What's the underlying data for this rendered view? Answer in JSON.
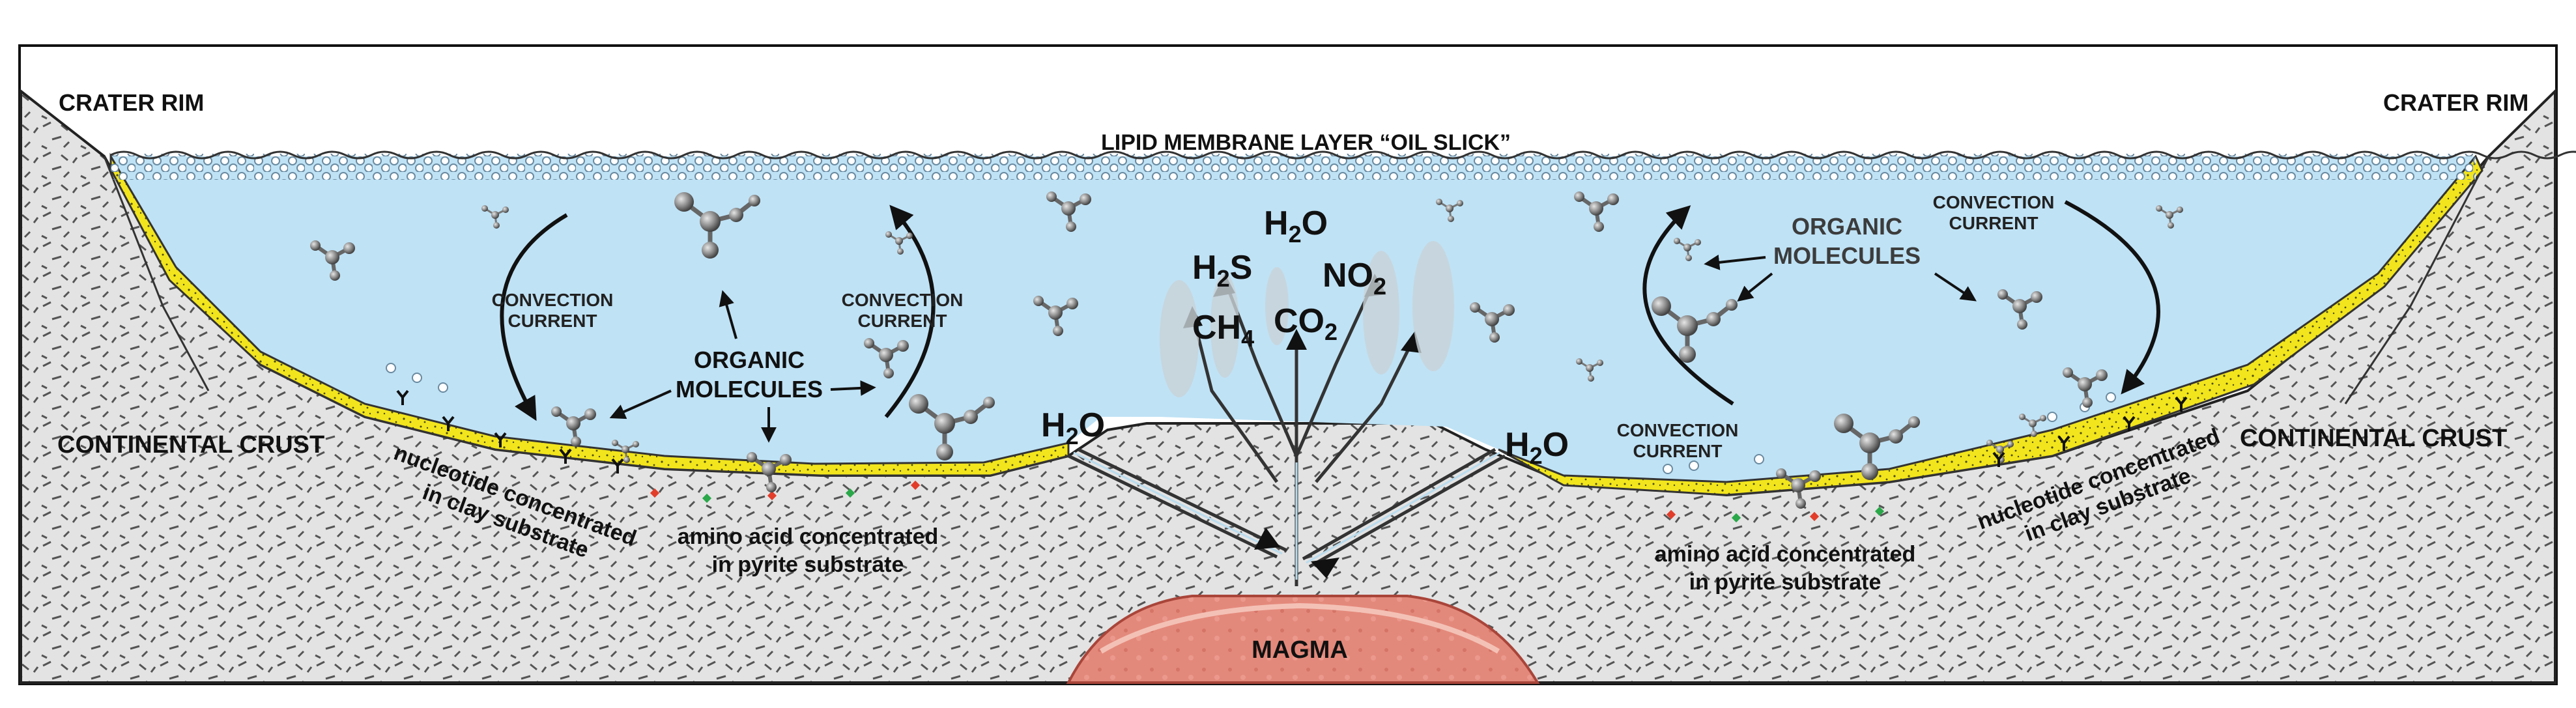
{
  "labels": {
    "crater_rim_left": "CRATER RIM",
    "crater_rim_right": "CRATER RIM",
    "lipid_layer": "LIPID MEMBRANE LAYER  “OIL SLICK”",
    "continental_crust_left": "CONTINENTAL CRUST",
    "continental_crust_right": "CONTINENTAL CRUST",
    "convection_left_1": [
      "CONVECTION",
      "CURRENT"
    ],
    "convection_left_2": [
      "CONVECTION",
      "CURRENT"
    ],
    "convection_right_1": [
      "CONVECTION",
      "CURRENT"
    ],
    "convection_right_2": [
      "CONVECTION",
      "CURRENT"
    ],
    "organic_left": [
      "ORGANIC",
      "MOLECULES"
    ],
    "organic_right": [
      "ORGANIC",
      "MOLECULES"
    ],
    "nucleotide_left": [
      "nucleotide concentrated",
      "in clay substrate"
    ],
    "nucleotide_right": [
      "nucleotide concentrated",
      "in clay substrate"
    ],
    "amino_left": [
      "amino acid concentrated",
      "in pyrite substrate"
    ],
    "amino_right": [
      "amino acid concentrated",
      "in pyrite substrate"
    ],
    "magma": "MAGMA"
  },
  "gases": {
    "h2o_top": {
      "base": "H",
      "sub": "2",
      "tail": "O"
    },
    "h2s": {
      "base": "H",
      "sub": "2",
      "tail": "S"
    },
    "no2": {
      "base": "NO",
      "sub": "2",
      "tail": ""
    },
    "ch4": {
      "base": "CH",
      "sub": "4",
      "tail": ""
    },
    "co2": {
      "base": "CO",
      "sub": "2",
      "tail": ""
    },
    "h2o_left": {
      "base": "H",
      "sub": "2",
      "tail": "O"
    },
    "h2o_right": {
      "base": "H",
      "sub": "2",
      "tail": "O"
    }
  },
  "colors": {
    "water": "#bfe2f5",
    "rock": "#e3e3e3",
    "sediment": "#f3e61c",
    "magma": "#e8887a",
    "molecule": "#7d7d7d",
    "ink": "#111111"
  }
}
